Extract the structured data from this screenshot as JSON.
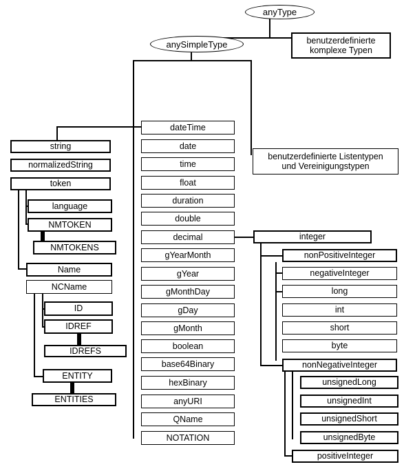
{
  "root": {
    "any_type": "anyType",
    "any_simple_type": "anySimpleType",
    "complex_types": [
      "benutzerdefinierte",
      "komplexe Typen"
    ],
    "list_union_types": [
      "benutzerdefinierte Listentypen",
      "und Vereinigungstypen"
    ]
  },
  "string_branch": {
    "string": "string",
    "normalized_string": "normalizedString",
    "token": "token",
    "language": "language",
    "nmtoken": "NMTOKEN",
    "nmtokens": "NMTOKENS",
    "name": "Name",
    "ncname": "NCName",
    "id": "ID",
    "idref": "IDREF",
    "idrefs": "IDREFS",
    "entity": "ENTITY",
    "entities": "ENTITIES"
  },
  "primitives": [
    "dateTime",
    "date",
    "time",
    "float",
    "duration",
    "double",
    "decimal",
    "gYearMonth",
    "gYear",
    "gMonthDay",
    "gDay",
    "gMonth",
    "boolean",
    "base64Binary",
    "hexBinary",
    "anyURI",
    "QName",
    "NOTATION"
  ],
  "integer_branch": {
    "integer": "integer",
    "non_positive_integer": "nonPositiveInteger",
    "negative_integer": "negativeInteger",
    "long": "long",
    "int": "int",
    "short": "short",
    "byte": "byte",
    "non_negative_integer": "nonNegativeInteger",
    "unsigned_long": "unsignedLong",
    "unsigned_int": "unsignedInt",
    "unsigned_short": "unsignedShort",
    "unsigned_byte": "unsignedByte",
    "positive_integer": "positiveInteger"
  }
}
